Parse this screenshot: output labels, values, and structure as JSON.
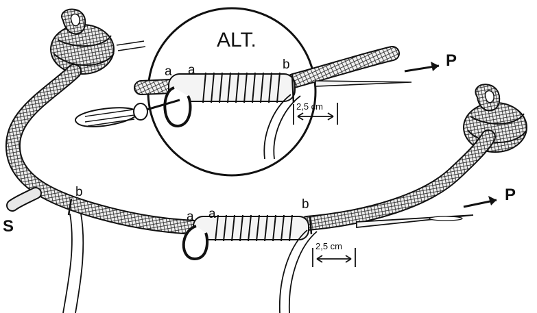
{
  "inset": {
    "title": "ALT."
  },
  "labels": {
    "standing_end": "S",
    "pull_main": "P",
    "pull_inset": "P",
    "a": "a",
    "b": "b",
    "dimension_main": "2,5 cm",
    "dimension_inset": "2,5 cm"
  },
  "colors": {
    "ink": "#111111",
    "rope_fill": "#e9e9e9",
    "paper": "#ffffff"
  }
}
